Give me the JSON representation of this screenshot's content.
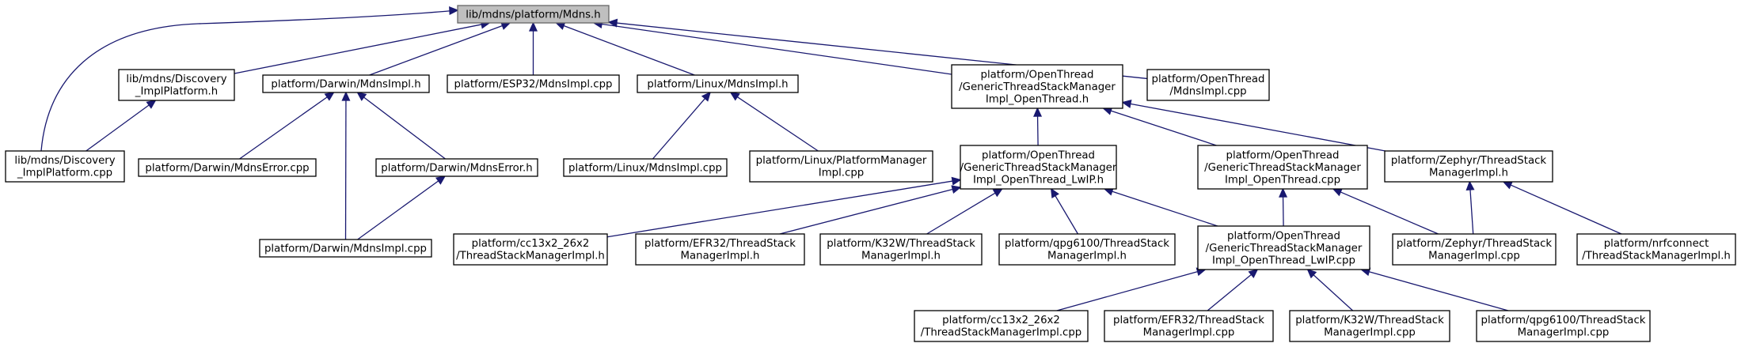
{
  "diagram": {
    "kind": "include-dependency-graph",
    "edge_color": "#191970",
    "root_fill": "#bfbfbf",
    "nodes": [
      {
        "id": "n0",
        "lines": [
          "lib/mdns/platform/Mdns.h"
        ]
      },
      {
        "id": "n1",
        "lines": [
          "lib/mdns/Discovery",
          "_ImplPlatform.cpp"
        ]
      },
      {
        "id": "n2",
        "lines": [
          "lib/mdns/Discovery",
          "_ImplPlatform.h"
        ]
      },
      {
        "id": "n3",
        "lines": [
          "platform/Darwin/MdnsImpl.h"
        ]
      },
      {
        "id": "n4",
        "lines": [
          "platform/Darwin/MdnsError.cpp"
        ]
      },
      {
        "id": "n5",
        "lines": [
          "platform/Darwin/MdnsError.h"
        ]
      },
      {
        "id": "n6",
        "lines": [
          "platform/Darwin/MdnsImpl.cpp"
        ]
      },
      {
        "id": "n7",
        "lines": [
          "platform/ESP32/MdnsImpl.cpp"
        ]
      },
      {
        "id": "n8",
        "lines": [
          "platform/Linux/MdnsImpl.h"
        ]
      },
      {
        "id": "n9",
        "lines": [
          "platform/Linux/MdnsImpl.cpp"
        ]
      },
      {
        "id": "n10",
        "lines": [
          "platform/Linux/PlatformManager",
          "Impl.cpp"
        ]
      },
      {
        "id": "n11",
        "lines": [
          "platform/OpenThread",
          "/GenericThreadStackManager",
          "Impl_OpenThread.h"
        ]
      },
      {
        "id": "n12",
        "lines": [
          "platform/OpenThread",
          "/GenericThreadStackManager",
          "Impl_OpenThread_LwIP.h"
        ]
      },
      {
        "id": "n13",
        "lines": [
          "platform/cc13x2_26x2",
          "/ThreadStackManagerImpl.h"
        ]
      },
      {
        "id": "n14",
        "lines": [
          "platform/EFR32/ThreadStack",
          "ManagerImpl.h"
        ]
      },
      {
        "id": "n15",
        "lines": [
          "platform/K32W/ThreadStack",
          "ManagerImpl.h"
        ]
      },
      {
        "id": "n16",
        "lines": [
          "platform/qpg6100/ThreadStack",
          "ManagerImpl.h"
        ]
      },
      {
        "id": "n17",
        "lines": [
          "platform/OpenThread",
          "/GenericThreadStackManager",
          "Impl_OpenThread_LwIP.cpp"
        ]
      },
      {
        "id": "n18",
        "lines": [
          "platform/cc13x2_26x2",
          "/ThreadStackManagerImpl.cpp"
        ]
      },
      {
        "id": "n19",
        "lines": [
          "platform/EFR32/ThreadStack",
          "ManagerImpl.cpp"
        ]
      },
      {
        "id": "n20",
        "lines": [
          "platform/K32W/ThreadStack",
          "ManagerImpl.cpp"
        ]
      },
      {
        "id": "n21",
        "lines": [
          "platform/qpg6100/ThreadStack",
          "ManagerImpl.cpp"
        ]
      },
      {
        "id": "n22",
        "lines": [
          "platform/OpenThread",
          "/GenericThreadStackManager",
          "Impl_OpenThread.cpp"
        ]
      },
      {
        "id": "n23",
        "lines": [
          "platform/Zephyr/ThreadStack",
          "ManagerImpl.cpp"
        ]
      },
      {
        "id": "n24",
        "lines": [
          "platform/Zephyr/ThreadStack",
          "ManagerImpl.h"
        ]
      },
      {
        "id": "n25",
        "lines": [
          "platform/nrfconnect",
          "/ThreadStackManagerImpl.h"
        ]
      },
      {
        "id": "n26",
        "lines": [
          "platform/OpenThread",
          "/MdnsImpl.cpp"
        ]
      }
    ],
    "edges": [
      {
        "from": "n1",
        "to": "n0"
      },
      {
        "from": "n2",
        "to": "n0"
      },
      {
        "from": "n3",
        "to": "n0"
      },
      {
        "from": "n7",
        "to": "n0"
      },
      {
        "from": "n8",
        "to": "n0"
      },
      {
        "from": "n11",
        "to": "n0"
      },
      {
        "from": "n26",
        "to": "n0"
      },
      {
        "from": "n1",
        "to": "n2"
      },
      {
        "from": "n4",
        "to": "n3"
      },
      {
        "from": "n5",
        "to": "n3"
      },
      {
        "from": "n6",
        "to": "n3"
      },
      {
        "from": "n6",
        "to": "n5"
      },
      {
        "from": "n9",
        "to": "n8"
      },
      {
        "from": "n10",
        "to": "n8"
      },
      {
        "from": "n12",
        "to": "n11"
      },
      {
        "from": "n22",
        "to": "n11"
      },
      {
        "from": "n24",
        "to": "n11"
      },
      {
        "from": "n13",
        "to": "n12"
      },
      {
        "from": "n14",
        "to": "n12"
      },
      {
        "from": "n15",
        "to": "n12"
      },
      {
        "from": "n16",
        "to": "n12"
      },
      {
        "from": "n17",
        "to": "n12"
      },
      {
        "from": "n17",
        "to": "n22"
      },
      {
        "from": "n23",
        "to": "n22"
      },
      {
        "from": "n18",
        "to": "n17"
      },
      {
        "from": "n19",
        "to": "n17"
      },
      {
        "from": "n20",
        "to": "n17"
      },
      {
        "from": "n21",
        "to": "n17"
      },
      {
        "from": "n23",
        "to": "n24"
      },
      {
        "from": "n25",
        "to": "n24"
      }
    ]
  }
}
